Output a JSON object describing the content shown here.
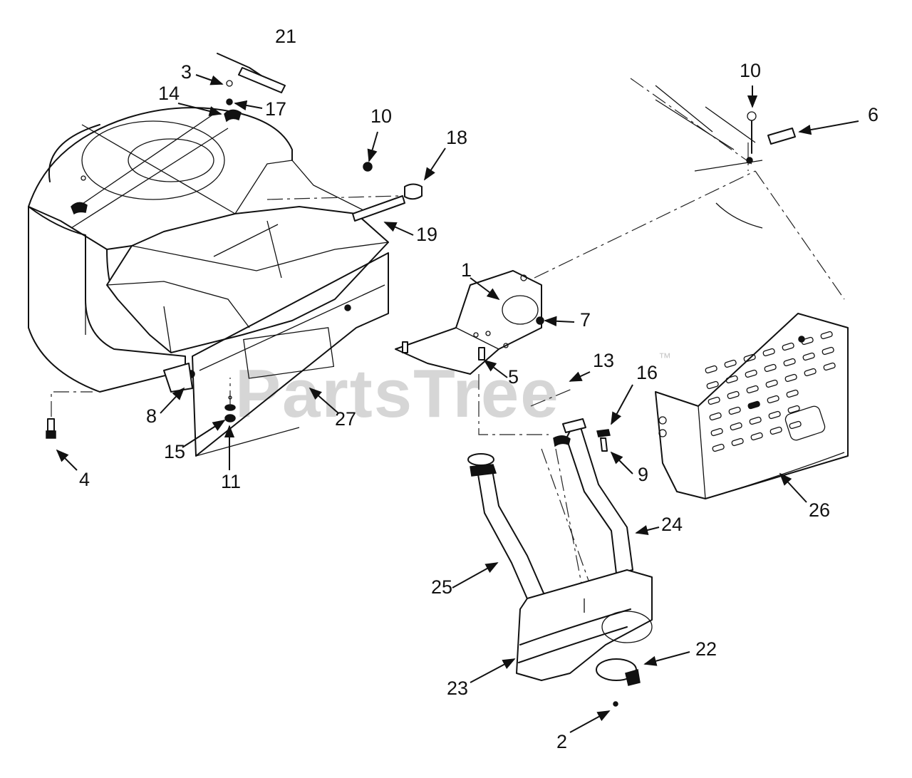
{
  "watermark": {
    "text": "PartsTree",
    "mark": "™"
  },
  "callouts": [
    {
      "label": "21"
    },
    {
      "label": "3"
    },
    {
      "label": "14"
    },
    {
      "label": "17"
    },
    {
      "label": "10"
    },
    {
      "label": "18"
    },
    {
      "label": "19"
    },
    {
      "label": "10"
    },
    {
      "label": "6"
    },
    {
      "label": "1"
    },
    {
      "label": "7"
    },
    {
      "label": "5"
    },
    {
      "label": "13"
    },
    {
      "label": "16"
    },
    {
      "label": "9"
    },
    {
      "label": "8"
    },
    {
      "label": "15"
    },
    {
      "label": "11"
    },
    {
      "label": "27"
    },
    {
      "label": "4"
    },
    {
      "label": "26"
    },
    {
      "label": "24"
    },
    {
      "label": "25"
    },
    {
      "label": "23"
    },
    {
      "label": "22"
    },
    {
      "label": "2"
    }
  ]
}
